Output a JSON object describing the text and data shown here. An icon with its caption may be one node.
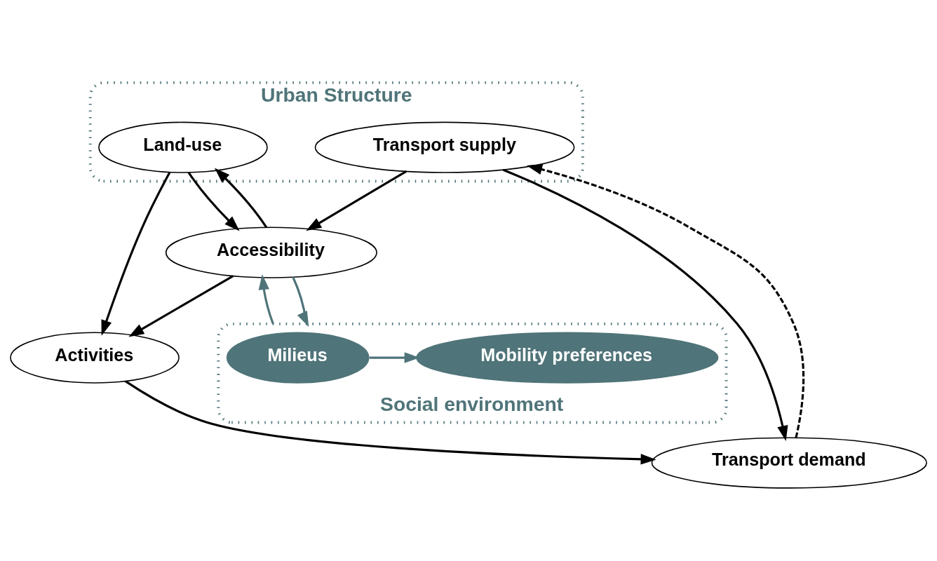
{
  "diagram": {
    "nodes": [
      {
        "text": [
          "Urban Structure"
        ]
      },
      {
        "text": [
          "Land-use"
        ],
        "in": 0
      },
      {
        "text": [
          "Transport supply"
        ],
        "in": 0
      },
      {
        "text": [
          "Activities"
        ]
      },
      {
        "text": [
          "Accessibility"
        ]
      },
      {
        "text": [
          "Social environment"
        ]
      },
      {
        "text": [
          "Milieus"
        ],
        "in": 5
      },
      {
        "text": [
          "Mobility preferences"
        ],
        "in": 5
      },
      {
        "text": [
          "Transport demand"
        ]
      }
    ],
    "edges": [
      {
        "from": 1,
        "to": 3,
        "arrow": "to"
      },
      {
        "from": 1,
        "to": 4,
        "arrow": "to"
      },
      {
        "from": 4,
        "to": 1,
        "arrow": "to"
      },
      {
        "from": 2,
        "to": 4,
        "arrow": "to"
      },
      {
        "from": 2,
        "to": 8,
        "arrow": "to"
      },
      {
        "from": 4,
        "to": 3,
        "arrow": "to"
      },
      {
        "from": 4,
        "to": 5,
        "arrow": "to",
        "color": "#4f7479"
      },
      {
        "from": 5,
        "to": 4,
        "arrow": "to",
        "color": "#4f7479"
      },
      {
        "from": 6,
        "to": 7,
        "arrow": "to",
        "color": "#4f7479"
      },
      {
        "from": 3,
        "to": 8,
        "arrow": "to"
      },
      {
        "from": 8,
        "to": 2,
        "arrow": "to",
        "style": "dashed"
      }
    ]
  }
}
